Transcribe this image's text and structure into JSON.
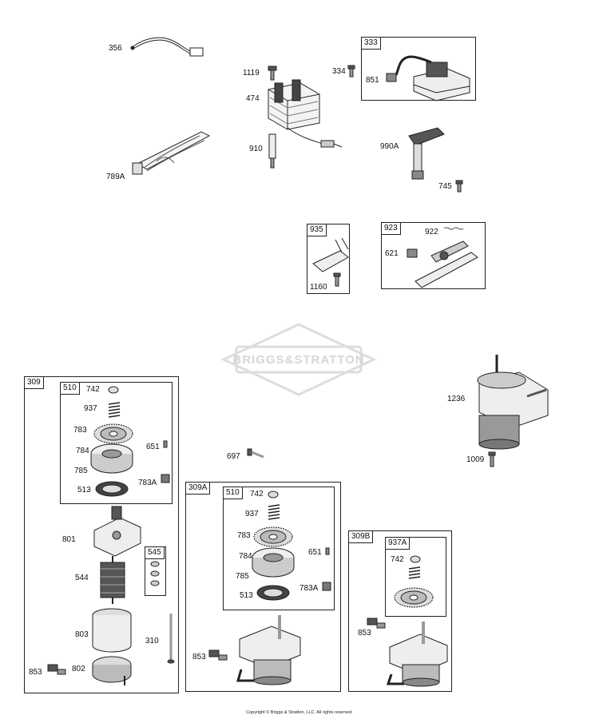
{
  "callouts": [
    "356",
    "1119",
    "474",
    "910",
    "789A",
    "334",
    "851",
    "990A",
    "745",
    "922",
    "621",
    "1160",
    "1236",
    "697",
    "1009",
    "742",
    "937",
    "783",
    "651",
    "784",
    "785",
    "783A",
    "513",
    "801",
    "544",
    "803",
    "310",
    "853",
    "802"
  ],
  "groups": {
    "g333": "333",
    "g935": "935",
    "g923": "923",
    "g309": "309",
    "g510a": "510",
    "g545": "545",
    "g309A": "309A",
    "g510b": "510",
    "g309B": "309B",
    "g937A": "937A"
  },
  "watermark": "BRIGGS&STRATTON",
  "copyright": "Copyright © Briggs & Stratton, LLC. All rights reserved."
}
